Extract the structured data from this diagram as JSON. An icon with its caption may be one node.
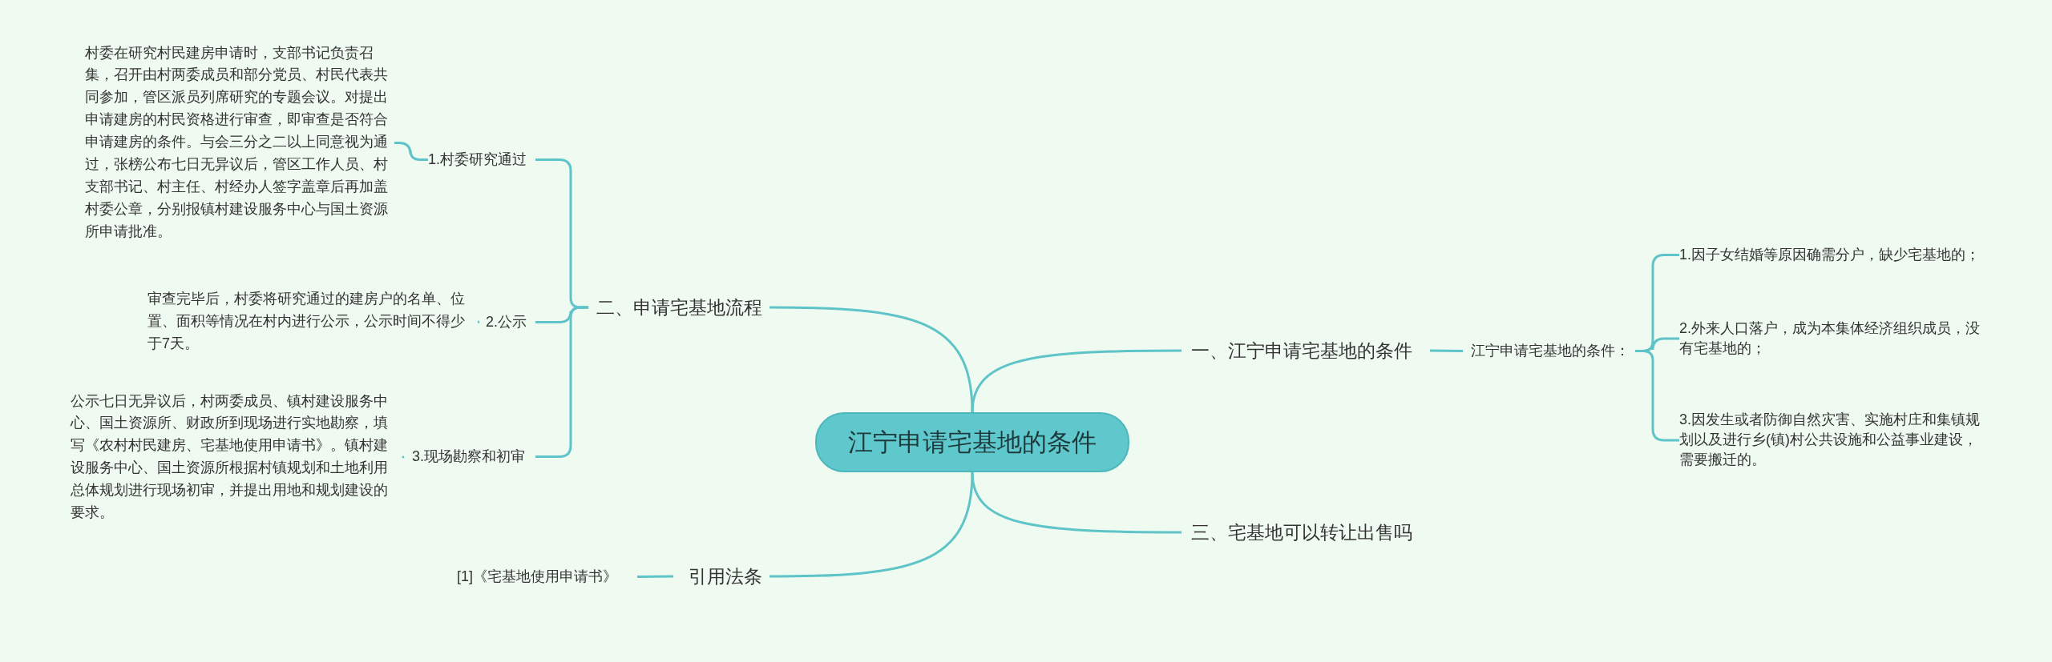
{
  "diagram": {
    "nodes": [
      {
        "text": [
          "江宁申请宅基地的条件"
        ]
      },
      {
        "text": [
          "一、江宁申请宅基地的条件"
        ]
      },
      {
        "text": [
          "江宁申请宅基地的条件："
        ]
      },
      {
        "text": [
          "1.因子女结婚等原因确需分户，缺少宅基地的；"
        ]
      },
      {
        "text": [
          "2.外来人口落户，成为本集体经济组织成员，没有宅基地的；"
        ]
      },
      {
        "text": [
          "3.因发生或者防御自然灾害、实施村庄和集镇规划以及进行乡(镇)村公共设施和公益事业建设，需要搬迁的。"
        ]
      },
      {
        "text": [
          "二、申请宅基地流程"
        ]
      },
      {
        "text": [
          "1.村委研究通过"
        ]
      },
      {
        "text": [
          "村委在研究村民建房申请时，支部书记负责召集，召开由村两委成员和部分党员、村民代表共同参加，管区派员列席研究的专题会议。对提出申请建房的村民资格进行审查，即审查是否符合申请建房的条件。与会三分之二以上同意视为通过，张榜公布七日无异议后，管区工作人员、村支部书记、村主任、村经办人签字盖章后再加盖村委公章，分别报镇村建设服务中心与国土资源所申请批准。"
        ]
      },
      {
        "text": [
          "2.公示"
        ]
      },
      {
        "text": [
          "审查完毕后，村委将研究通过的建房户的名单、位置、面积等情况在村内进行公示，公示时间不得少于7天。"
        ]
      },
      {
        "text": [
          "3.现场勘察和初审"
        ]
      },
      {
        "text": [
          "公示七日无异议后，村两委成员、镇村建设服务中心、国土资源所、财政所到现场进行实地勘察，填写《农村村民建房、宅基地使用申请书》。镇村建设服务中心、国土资源所根据村镇规划和土地利用总体规划进行现场初审，并提出用地和规划建设的要求。"
        ]
      },
      {
        "text": [
          "三、宅基地可以转让出售吗"
        ]
      },
      {
        "text": [
          "引用法条"
        ]
      },
      {
        "text": [
          "[1]《宅基地使用申请书》"
        ]
      }
    ],
    "edges": [
      {
        "from": 0,
        "to": 1,
        "arrow": "none"
      },
      {
        "from": 1,
        "to": 2,
        "arrow": "none"
      },
      {
        "from": 2,
        "to": 3,
        "arrow": "none"
      },
      {
        "from": 2,
        "to": 4,
        "arrow": "none"
      },
      {
        "from": 2,
        "to": 5,
        "arrow": "none"
      },
      {
        "from": 0,
        "to": 6,
        "arrow": "none"
      },
      {
        "from": 6,
        "to": 7,
        "arrow": "none"
      },
      {
        "from": 6,
        "to": 9,
        "arrow": "none"
      },
      {
        "from": 6,
        "to": 11,
        "arrow": "none"
      },
      {
        "from": 7,
        "to": 8,
        "arrow": "none"
      },
      {
        "from": 9,
        "to": 10,
        "arrow": "none"
      },
      {
        "from": 11,
        "to": 12,
        "arrow": "none"
      },
      {
        "from": 0,
        "to": 13,
        "arrow": "none"
      },
      {
        "from": 0,
        "to": 14,
        "arrow": "none"
      },
      {
        "from": 14,
        "to": 15,
        "arrow": "none"
      }
    ]
  }
}
